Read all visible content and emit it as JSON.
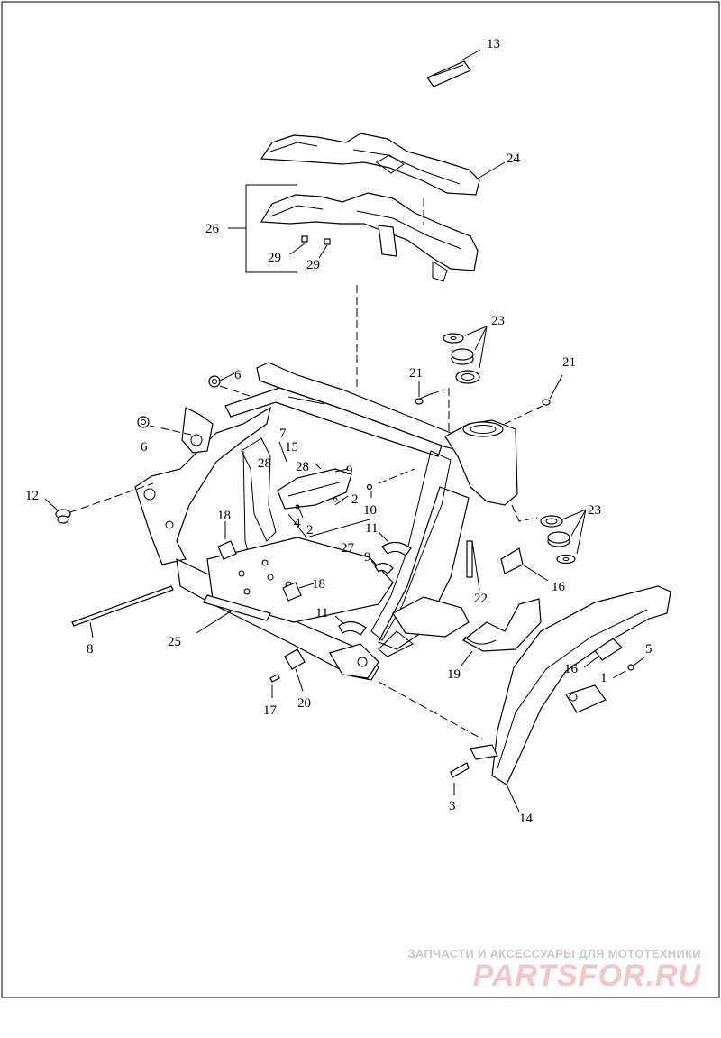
{
  "diagram": {
    "callouts": {
      "c1": "1",
      "c2a": "2",
      "c2b": "2",
      "c3": "3",
      "c4": "4",
      "c5": "5",
      "c6a": "6",
      "c6b": "6",
      "c7": "7",
      "c8": "8",
      "c9a": "9",
      "c9b": "9",
      "c10": "10",
      "c11a": "11",
      "c11b": "11",
      "c12": "12",
      "c13": "13",
      "c14": "14",
      "c15": "15",
      "c16a": "16",
      "c16b": "16",
      "c17": "17",
      "c18a": "18",
      "c18b": "18",
      "c19": "19",
      "c20": "20",
      "c21a": "21",
      "c21b": "21",
      "c22": "22",
      "c23a": "23",
      "c23b": "23",
      "c24": "24",
      "c25": "25",
      "c26": "26",
      "c27": "27",
      "c28a": "28",
      "c28b": "28",
      "c29a": "29",
      "c29b": "29"
    }
  },
  "watermark": {
    "caption": "ЗАПЧАСТИ И АКСЕССУАРЫ ДЛЯ МОТОТЕХНИКИ",
    "logo": "PARTSFOR.RU"
  }
}
